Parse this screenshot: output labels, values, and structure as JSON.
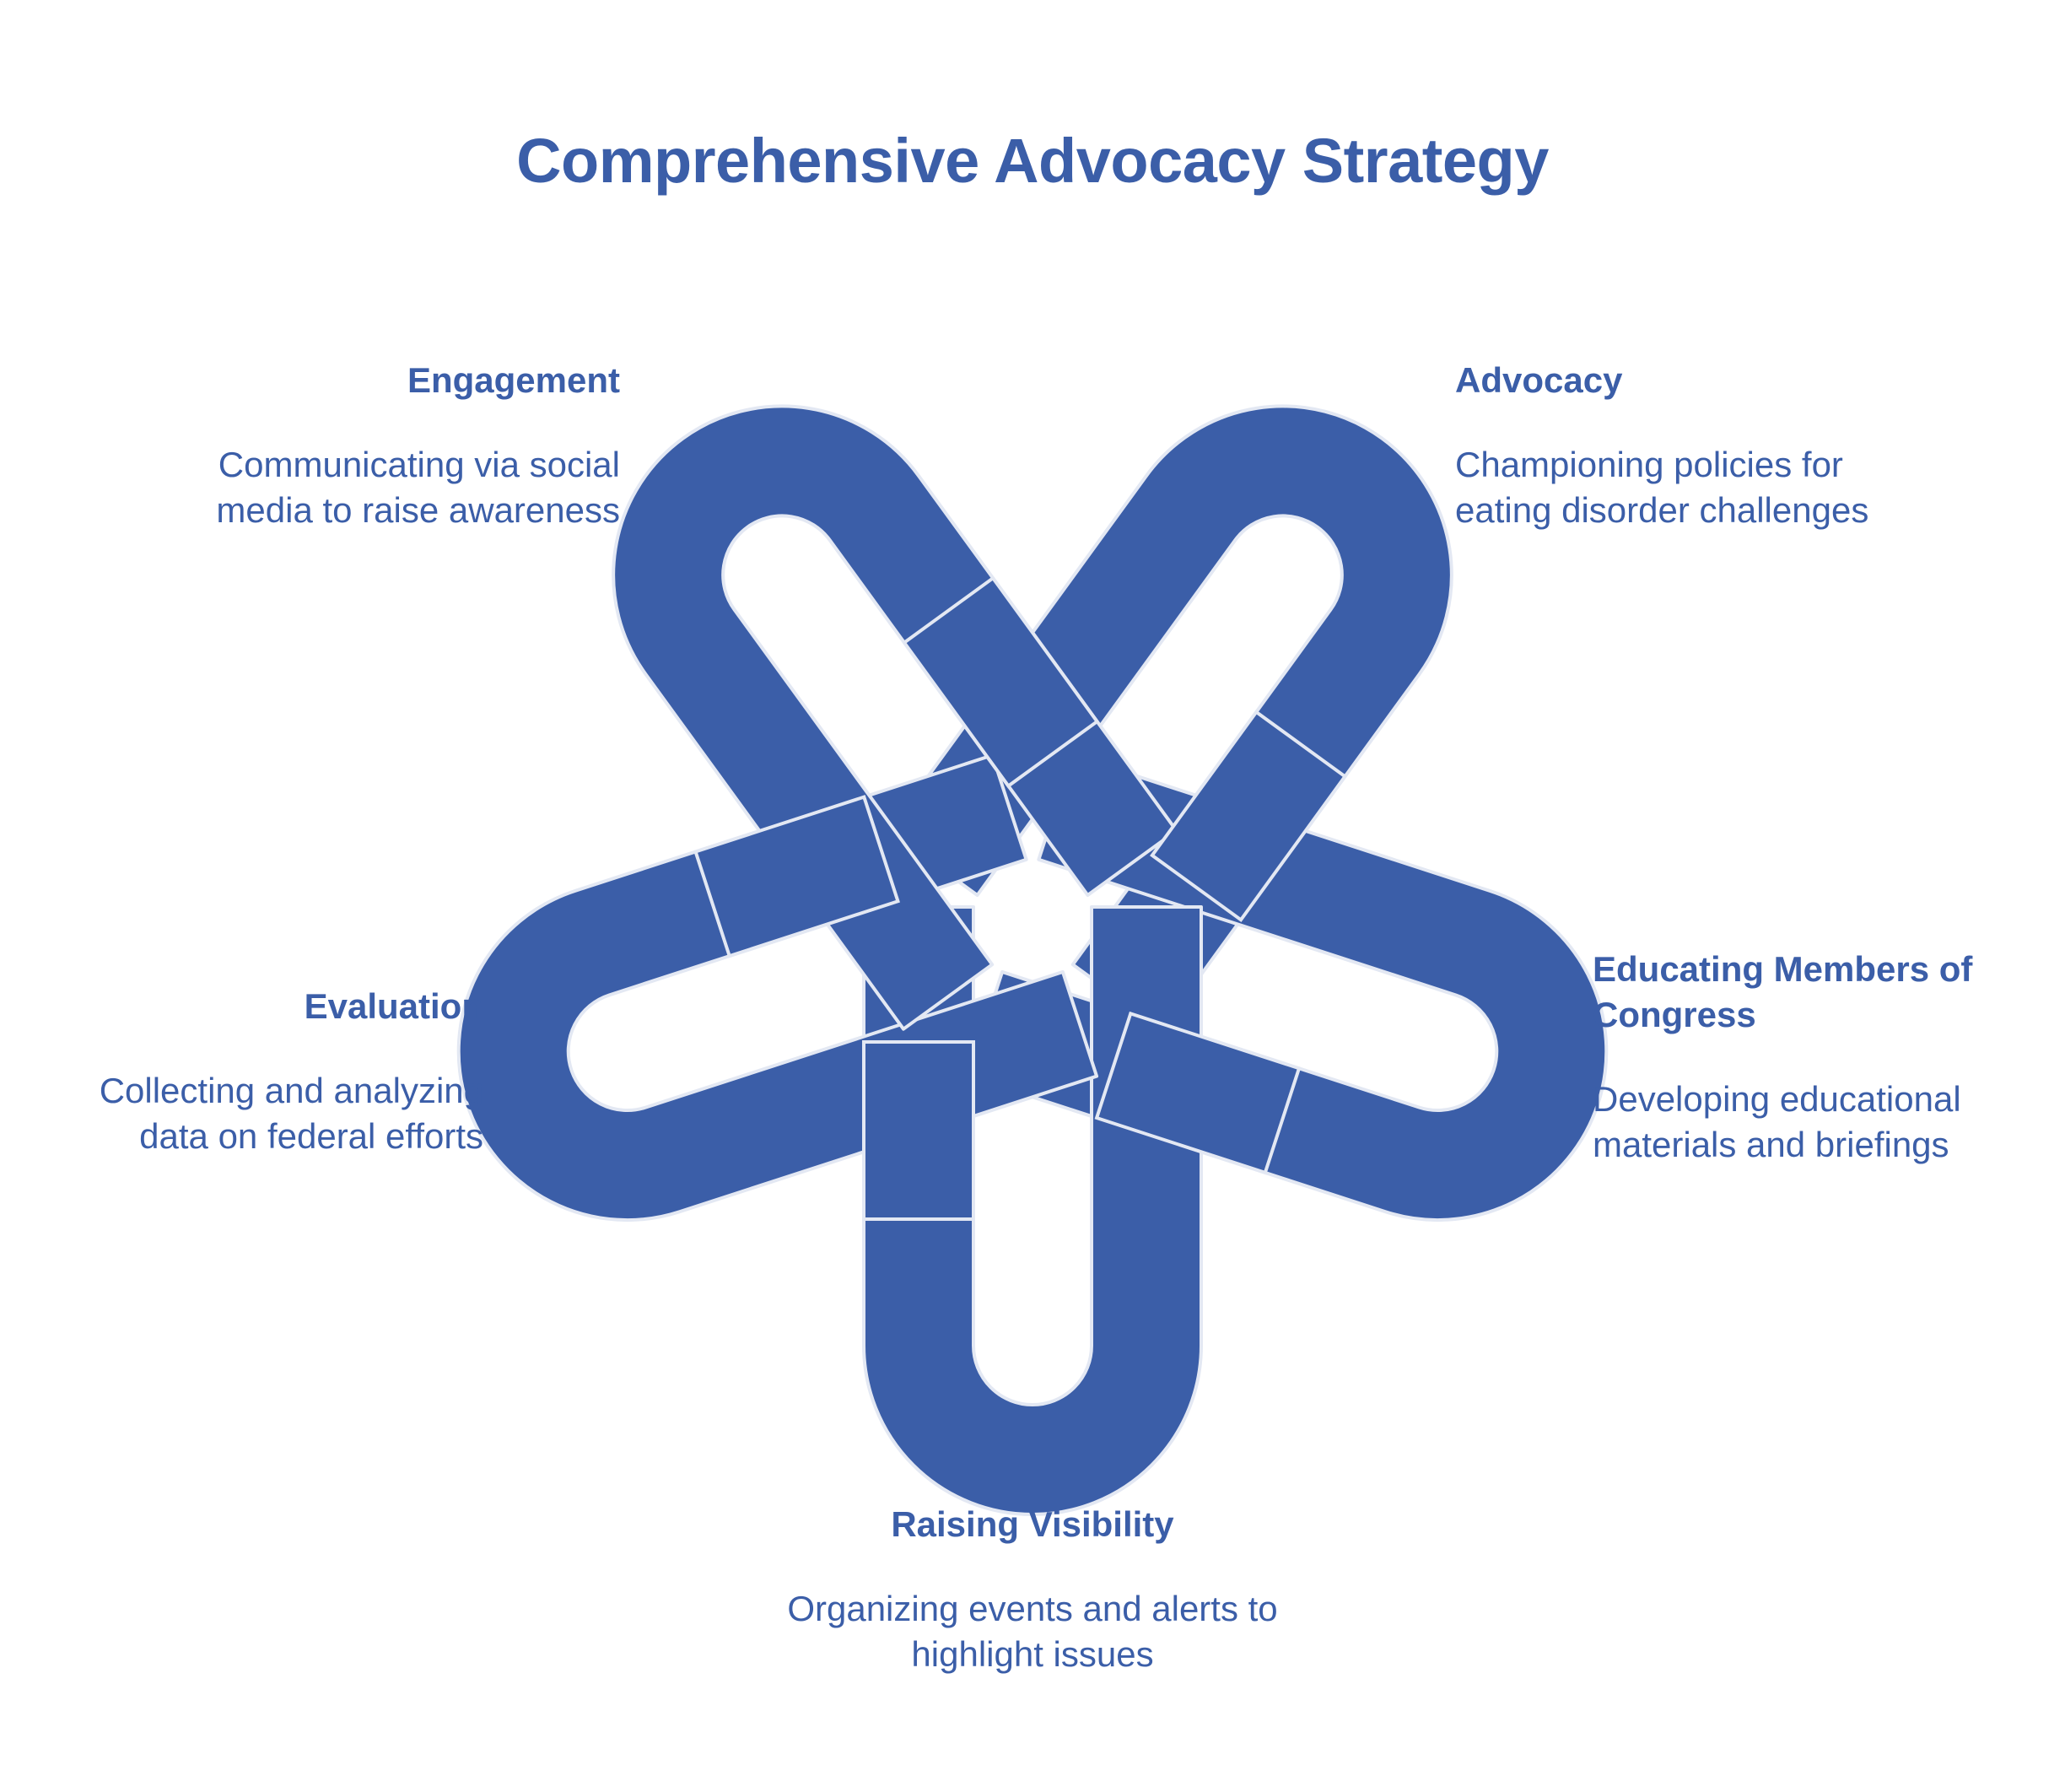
{
  "title": "Comprehensive Advocacy Strategy",
  "colors": {
    "primary": "#3b5ea8",
    "background": "#ffffff",
    "outline": "#e3e8f3"
  },
  "items": [
    {
      "heading": "Engagement",
      "description": "Communicating via social media to raise awareness"
    },
    {
      "heading": "Advocacy",
      "description": "Championing policies for eating disorder challenges"
    },
    {
      "heading": "Educating Members of Congress",
      "description": "Developing educational materials and briefings"
    },
    {
      "heading": "Evaluation",
      "description": "Collecting and analyzing data on federal efforts"
    },
    {
      "heading": "Raising Visibility",
      "description": "Organizing events and alerts to highlight issues"
    }
  ]
}
